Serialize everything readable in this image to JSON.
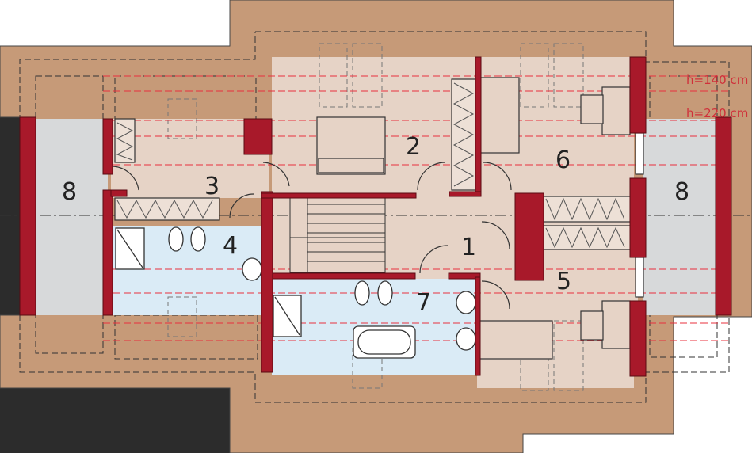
{
  "rooms": {
    "r1": "1",
    "r2": "2",
    "r3": "3",
    "r4": "4",
    "r5": "5",
    "r6": "6",
    "r7": "7",
    "r8_left": "8",
    "r8_right": "8"
  },
  "height_notes": {
    "h140": "h=140 cm",
    "h220": "h=220 cm"
  },
  "colors": {
    "roof": "#c69a78",
    "floor_beige": "#e6d3c6",
    "floor_bath": "#daebf6",
    "floor_grey": "#d7d9da",
    "wall": "#a8192a",
    "background": "#2c2c2c",
    "height_line": "#e8303e"
  }
}
